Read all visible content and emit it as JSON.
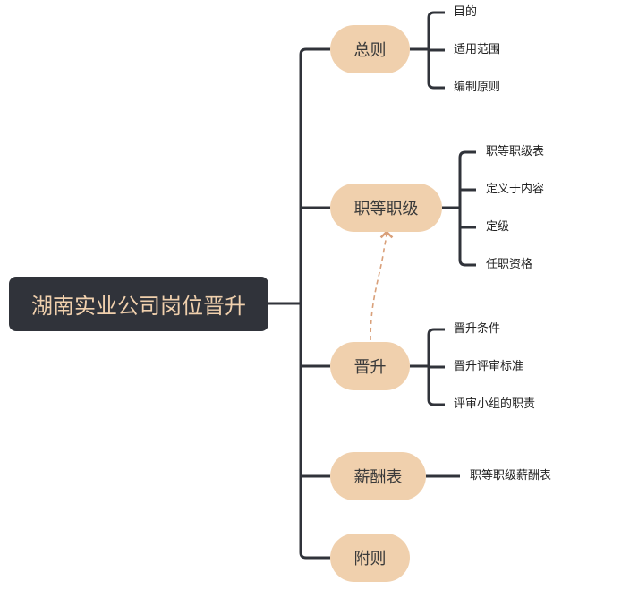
{
  "root": "湖南实业公司岗位晋升",
  "branches": [
    {
      "label": "总则",
      "children": [
        "目的",
        "适用范围",
        "编制原则"
      ]
    },
    {
      "label": "职等职级",
      "children": [
        "职等职级表",
        "定义于内容",
        "定级",
        "任职资格"
      ]
    },
    {
      "label": "晋升",
      "children": [
        "晋升条件",
        "晋升评审标准",
        "评审小组的职责"
      ]
    },
    {
      "label": "薪酬表",
      "children": [
        "职等职级薪酬表"
      ]
    },
    {
      "label": "附则",
      "children": []
    }
  ],
  "colors": {
    "root_bg": "#30333a",
    "root_text": "#f0d0ad",
    "pill_bg": "#f0d0ad",
    "line": "#30333a",
    "relation": "#d9a07a"
  }
}
